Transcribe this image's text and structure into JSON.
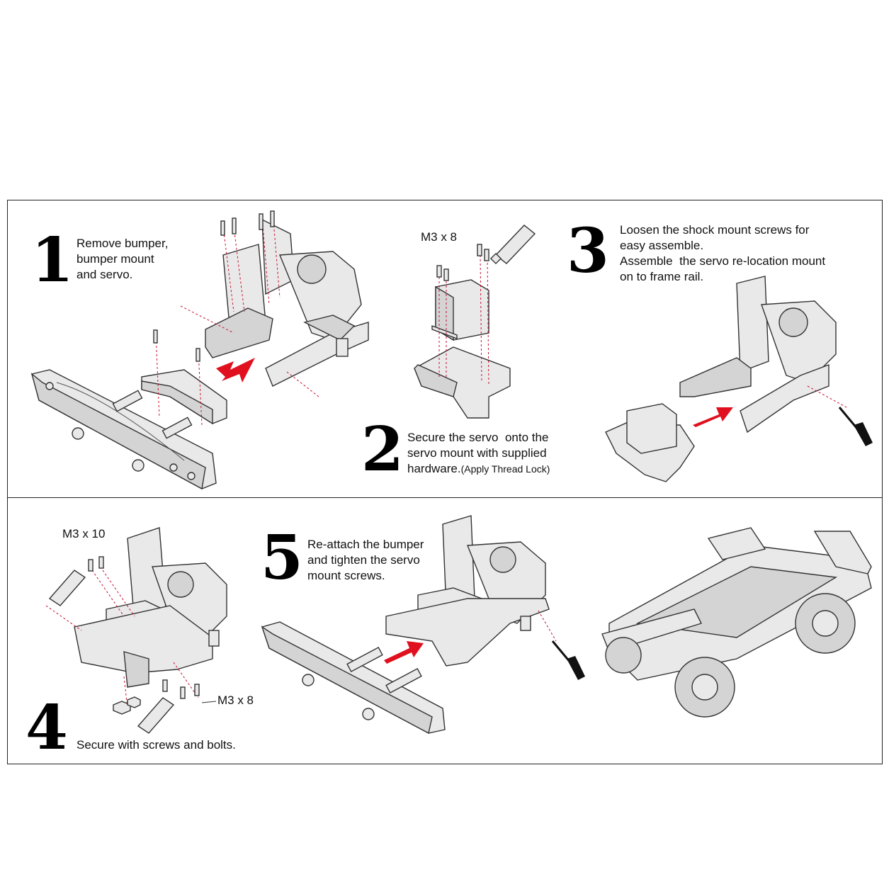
{
  "steps": [
    {
      "number": "1",
      "text": "Remove bumper,\nbumper mount\nand servo."
    },
    {
      "number": "2",
      "text_main": "Secure the servo  onto the\nservo mount with supplied\nhardware.",
      "text_small": "(Apply Thread Lock)"
    },
    {
      "number": "3",
      "text": "Loosen the shock mount screws for\neasy assemble.\nAssemble  the servo re-location mount\non to frame rail."
    },
    {
      "number": "4",
      "text": "Secure with screws and bolts."
    },
    {
      "number": "5",
      "text": "Re-attach the bumper\nand tighten the servo\nmount screws."
    }
  ],
  "labels": {
    "step2_screw": "M3 x 8",
    "step4_screw_top": "M3 x 10",
    "step4_screw_bottom": "M3 x 8"
  },
  "icons": [
    "thread-lock-tube-icon",
    "screwdriver-icon",
    "red-arrow-icon"
  ],
  "colors": {
    "arrow": "#e0101e",
    "frame": "#222222",
    "part_fill": "#e9e9e9"
  }
}
